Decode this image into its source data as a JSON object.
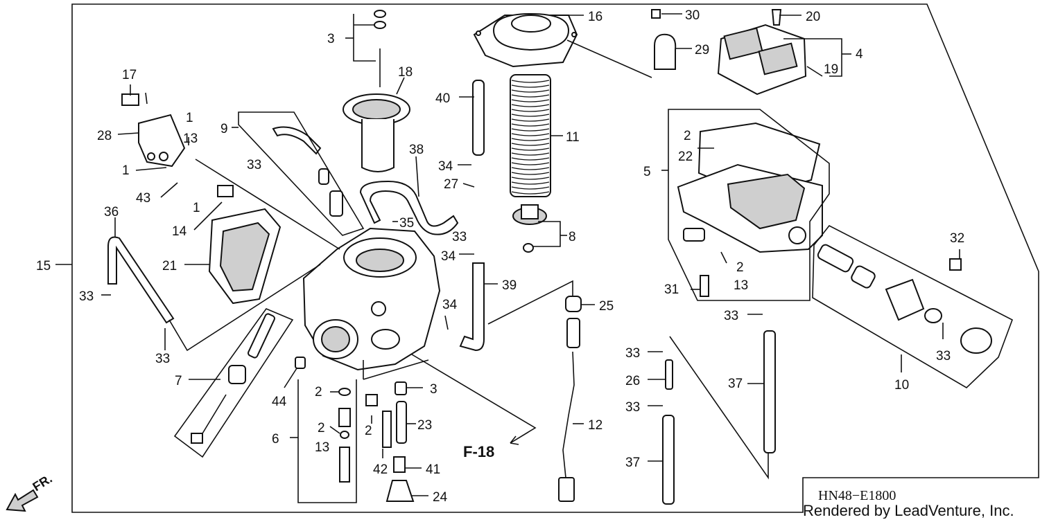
{
  "diagram": {
    "drawing_code": "HN48−E1800",
    "credit": "Rendered by LeadVenture, Inc.",
    "reference": "F-18",
    "direction_label": "FR.",
    "callouts": [
      {
        "id": "c1a",
        "text": "1"
      },
      {
        "id": "c1b",
        "text": "1"
      },
      {
        "id": "c1c",
        "text": "1"
      },
      {
        "id": "c2a",
        "text": "2"
      },
      {
        "id": "c2b",
        "text": "2"
      },
      {
        "id": "c2c",
        "text": "2"
      },
      {
        "id": "c2d",
        "text": "2"
      },
      {
        "id": "c2e",
        "text": "2"
      },
      {
        "id": "c3a",
        "text": "3"
      },
      {
        "id": "c3b",
        "text": "3"
      },
      {
        "id": "c4",
        "text": "4"
      },
      {
        "id": "c5",
        "text": "5"
      },
      {
        "id": "c6",
        "text": "6"
      },
      {
        "id": "c7",
        "text": "7"
      },
      {
        "id": "c8",
        "text": "8"
      },
      {
        "id": "c9",
        "text": "9"
      },
      {
        "id": "c10",
        "text": "10"
      },
      {
        "id": "c11",
        "text": "11"
      },
      {
        "id": "c12",
        "text": "12"
      },
      {
        "id": "c13a",
        "text": "13"
      },
      {
        "id": "c13b",
        "text": "13"
      },
      {
        "id": "c13c",
        "text": "13"
      },
      {
        "id": "c14",
        "text": "14"
      },
      {
        "id": "c15",
        "text": "15"
      },
      {
        "id": "c16",
        "text": "16"
      },
      {
        "id": "c17",
        "text": "17"
      },
      {
        "id": "c18",
        "text": "18"
      },
      {
        "id": "c19",
        "text": "19"
      },
      {
        "id": "c20",
        "text": "20"
      },
      {
        "id": "c21",
        "text": "21"
      },
      {
        "id": "c22",
        "text": "22"
      },
      {
        "id": "c23",
        "text": "23"
      },
      {
        "id": "c24",
        "text": "24"
      },
      {
        "id": "c25",
        "text": "25"
      },
      {
        "id": "c26",
        "text": "26"
      },
      {
        "id": "c27",
        "text": "27"
      },
      {
        "id": "c28",
        "text": "28"
      },
      {
        "id": "c29",
        "text": "29"
      },
      {
        "id": "c30",
        "text": "30"
      },
      {
        "id": "c31",
        "text": "31"
      },
      {
        "id": "c32",
        "text": "32"
      },
      {
        "id": "c33a",
        "text": "33"
      },
      {
        "id": "c33b",
        "text": "33"
      },
      {
        "id": "c33c",
        "text": "33"
      },
      {
        "id": "c33d",
        "text": "33"
      },
      {
        "id": "c33e",
        "text": "33"
      },
      {
        "id": "c33f",
        "text": "33"
      },
      {
        "id": "c33g",
        "text": "33"
      },
      {
        "id": "c33h",
        "text": "33"
      },
      {
        "id": "c34a",
        "text": "34"
      },
      {
        "id": "c34b",
        "text": "34"
      },
      {
        "id": "c34c",
        "text": "34"
      },
      {
        "id": "c35",
        "text": "35"
      },
      {
        "id": "c36",
        "text": "36"
      },
      {
        "id": "c37a",
        "text": "37"
      },
      {
        "id": "c37b",
        "text": "37"
      },
      {
        "id": "c38",
        "text": "38"
      },
      {
        "id": "c39",
        "text": "39"
      },
      {
        "id": "c40",
        "text": "40"
      },
      {
        "id": "c41",
        "text": "41"
      },
      {
        "id": "c42",
        "text": "42"
      },
      {
        "id": "c43",
        "text": "43"
      },
      {
        "id": "c44",
        "text": "44"
      }
    ]
  }
}
